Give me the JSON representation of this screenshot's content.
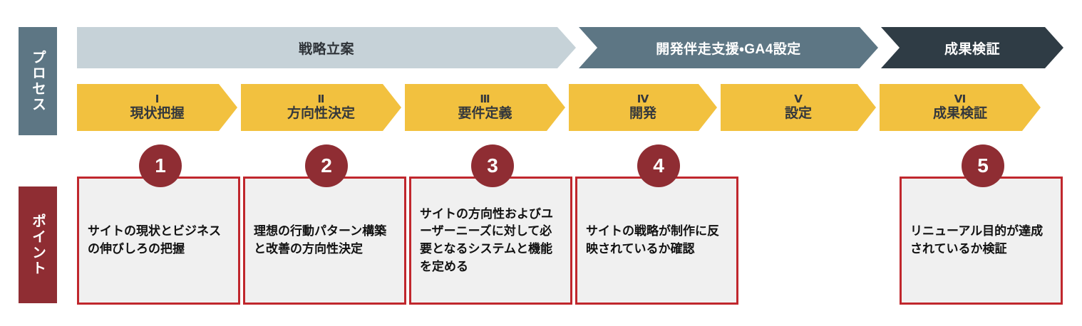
{
  "side_labels": {
    "process": "プロセス",
    "point": "ポイント"
  },
  "colors": {
    "phase_light": "#c6d2d8",
    "phase_mid": "#5d7684",
    "phase_dark": "#2f3c45",
    "step_yellow": "#f2c13f",
    "badge_red": "#8f2d33",
    "box_border_red": "#c0272d",
    "box_fill": "#f0f0f0"
  },
  "phases": [
    {
      "label": "戦略立案"
    },
    {
      "label": "開発伴走支援・GA4設定"
    },
    {
      "label": "成果検証"
    }
  ],
  "steps": [
    {
      "numeral": "Ⅰ",
      "name": "現状把握"
    },
    {
      "numeral": "Ⅱ",
      "name": "方向性決定"
    },
    {
      "numeral": "Ⅲ",
      "name": "要件定義"
    },
    {
      "numeral": "Ⅳ",
      "name": "開発"
    },
    {
      "numeral": "Ⅴ",
      "name": "設定"
    },
    {
      "numeral": "Ⅵ",
      "name": "成果検証"
    }
  ],
  "points": [
    {
      "badge": "1",
      "text": "サイトの現状とビジネスの伸びしろの把握"
    },
    {
      "badge": "2",
      "text": "理想の行動パターン構築と改善の方向性決定"
    },
    {
      "badge": "3",
      "text": "サイトの方向性およびユーザーニーズに対して必要となるシステムと機能を定める"
    },
    {
      "badge": "4",
      "text": "サイトの戦略が制作に反映されているか確認"
    },
    {
      "badge": "5",
      "text": "リニューアル目的が達成されているか検証"
    }
  ]
}
